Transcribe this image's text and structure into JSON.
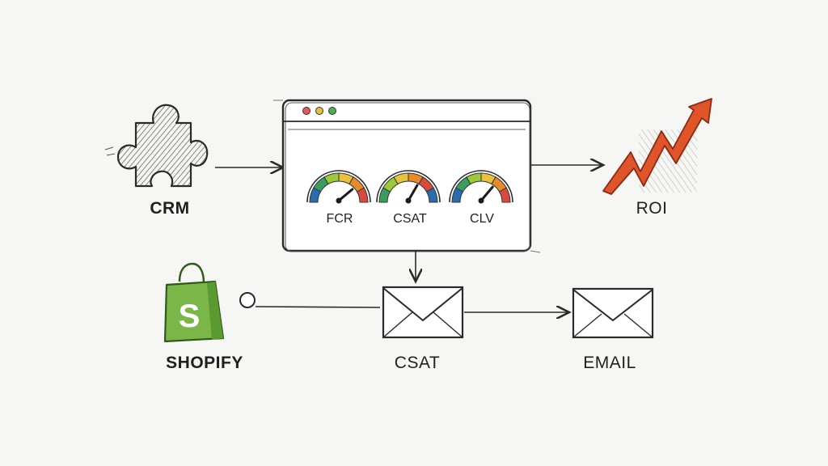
{
  "nodes": {
    "crm": {
      "label": "CRM",
      "icon": "puzzle-piece-icon"
    },
    "roi": {
      "label": "ROI",
      "icon": "rising-arrow-icon"
    },
    "shopify": {
      "label": "SHOPIFY",
      "icon": "shopify-bag-icon"
    },
    "csat_mail": {
      "label": "CSAT",
      "icon": "envelope-icon"
    },
    "email": {
      "label": "EMAIL",
      "icon": "envelope-icon"
    }
  },
  "dashboard": {
    "window_buttons": [
      "#e05a5a",
      "#e2c23a",
      "#4caf50"
    ],
    "gauges": [
      {
        "label": "FCR"
      },
      {
        "label": "CSAT"
      },
      {
        "label": "CLV"
      }
    ]
  },
  "colors": {
    "ink": "#2a2a2a",
    "shopify_green": "#7ab648",
    "roi_arrow": "#e0542a",
    "background": "#f6f6f4"
  }
}
